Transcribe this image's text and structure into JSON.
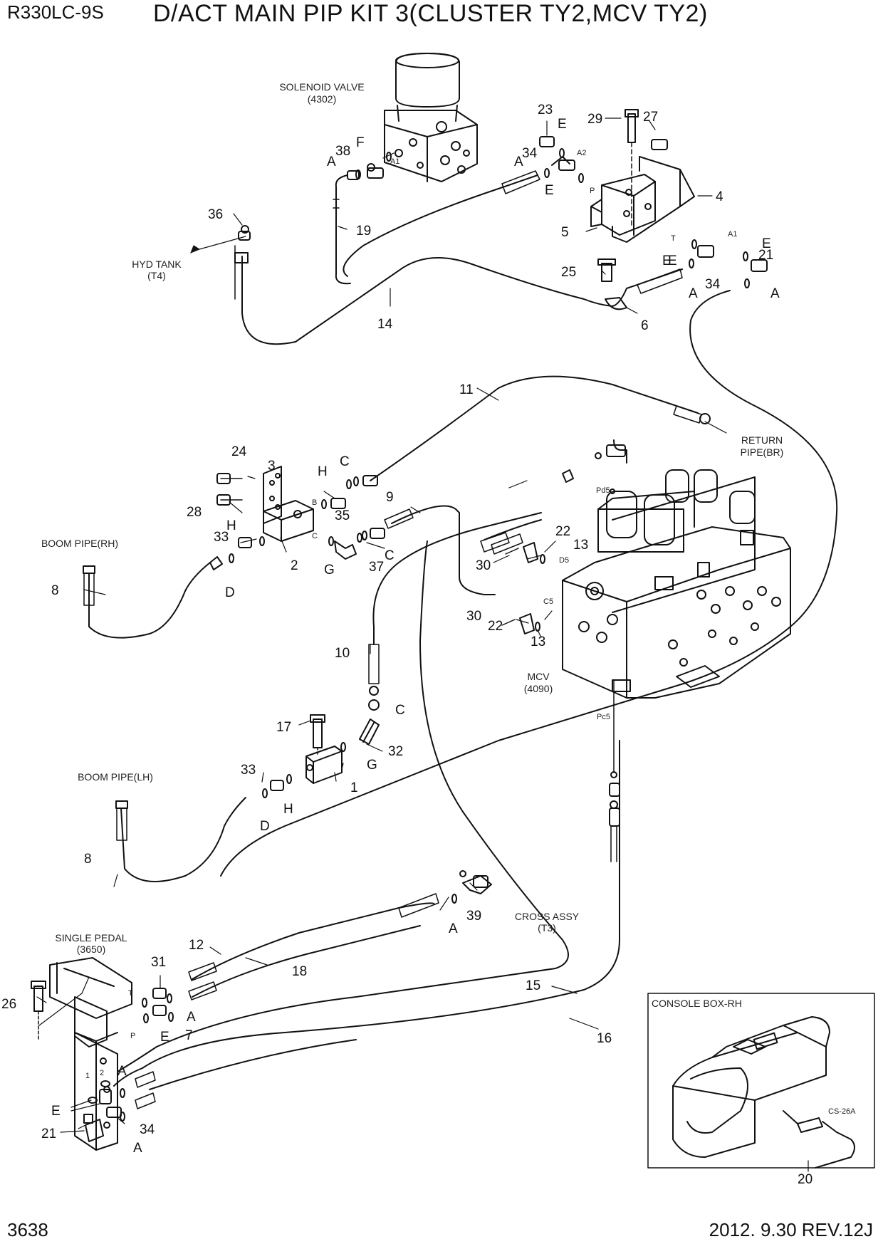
{
  "header": {
    "model": "R330LC-9S",
    "title": "D/ACT MAIN PIP KIT 3(CLUSTER TY2,MCV TY2)"
  },
  "footer": {
    "page_number": "3638",
    "revision": "2012. 9.30  REV.12J"
  },
  "callouts": {
    "solenoid_valve": [
      "SOLENOID VALVE",
      "(4302)"
    ],
    "hyd_tank": [
      "HYD TANK",
      "(T4)"
    ],
    "return_pipe": [
      "RETURN",
      "PIPE(BR)"
    ],
    "boom_pipe_rh": [
      "BOOM PIPE(RH)"
    ],
    "boom_pipe_lh": [
      "BOOM PIPE(LH)"
    ],
    "mcv": [
      "MCV",
      "(4090)"
    ],
    "cross_assy": [
      "CROSS ASSY",
      "(T3)"
    ],
    "single_pedal": [
      "SINGLE PEDAL",
      "(3650)"
    ],
    "console_box": [
      "CONSOLE BOX-RH"
    ]
  },
  "port_labels": [
    "A1",
    "A2",
    "P",
    "T",
    "A1",
    "B",
    "C",
    "Pd5",
    "D5",
    "C5",
    "Pc5",
    "T",
    "P",
    "1",
    "2",
    "CS-26A"
  ],
  "part_numbers": [
    "1",
    "2",
    "3",
    "4",
    "5",
    "6",
    "7",
    "8",
    "8",
    "9",
    "10",
    "11",
    "12",
    "13",
    "13",
    "14",
    "15",
    "16",
    "17",
    "18",
    "19",
    "20",
    "21",
    "21",
    "22",
    "22",
    "23",
    "24",
    "25",
    "26",
    "27",
    "28",
    "29",
    "30",
    "30",
    "31",
    "32",
    "33",
    "33",
    "34",
    "34",
    "34",
    "35",
    "36",
    "37",
    "38",
    "39"
  ],
  "seal_letters": [
    "A",
    "A",
    "A",
    "A",
    "A",
    "A",
    "A",
    "A",
    "C",
    "C",
    "C",
    "D",
    "D",
    "E",
    "E",
    "E",
    "E",
    "E",
    "E",
    "E",
    "F",
    "G",
    "G",
    "H",
    "H",
    "H"
  ]
}
